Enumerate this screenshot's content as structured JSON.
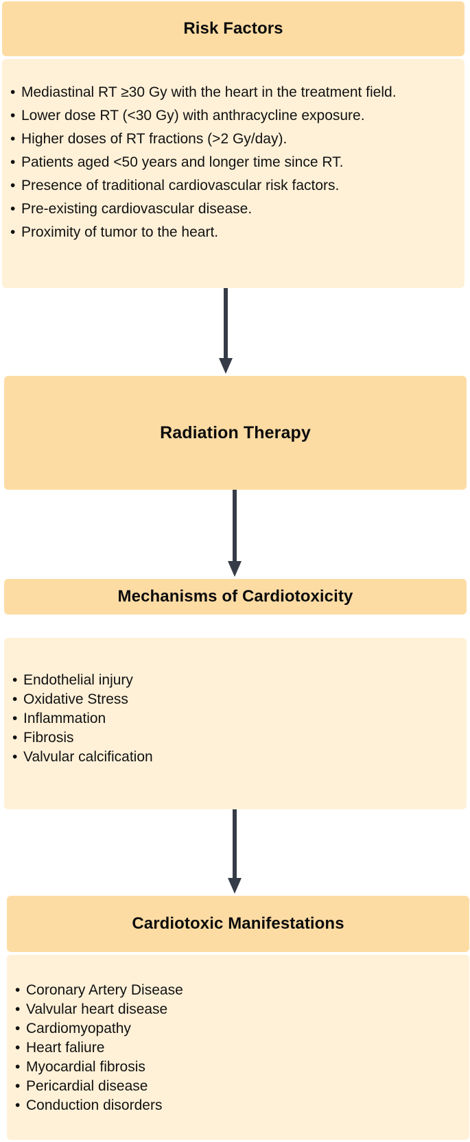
{
  "risk_factors": {
    "title": "Risk Factors",
    "items": [
      "Mediastinal RT ≥30 Gy with the heart in the treatment field.",
      "Lower dose RT (<30 Gy) with anthracycline exposure.",
      "Higher doses of RT fractions (>2 Gy/day).",
      "Patients aged <50 years and longer time since RT.",
      "Presence of traditional cardiovascular risk factors.",
      "Pre-existing cardiovascular disease.",
      "Proximity of tumor to the heart."
    ]
  },
  "radiation_therapy": {
    "title": "Radiation Therapy"
  },
  "mechanisms": {
    "title": "Mechanisms of Cardiotoxicity",
    "items": [
      "Endothelial injury",
      "Oxidative Stress",
      "Inflammation",
      "Fibrosis",
      "Valvular calcification"
    ]
  },
  "manifestations": {
    "title": "Cardiotoxic Manifestations",
    "items": [
      "Coronary Artery Disease",
      "Valvular heart disease",
      "Cardiomyopathy",
      "Heart faliure",
      "Myocardial fibrosis",
      "Pericardial disease",
      "Conduction disorders"
    ]
  },
  "colors": {
    "header_fill": "#fddca4",
    "body_fill": "#fff1d8",
    "arrow": "#363c47"
  }
}
